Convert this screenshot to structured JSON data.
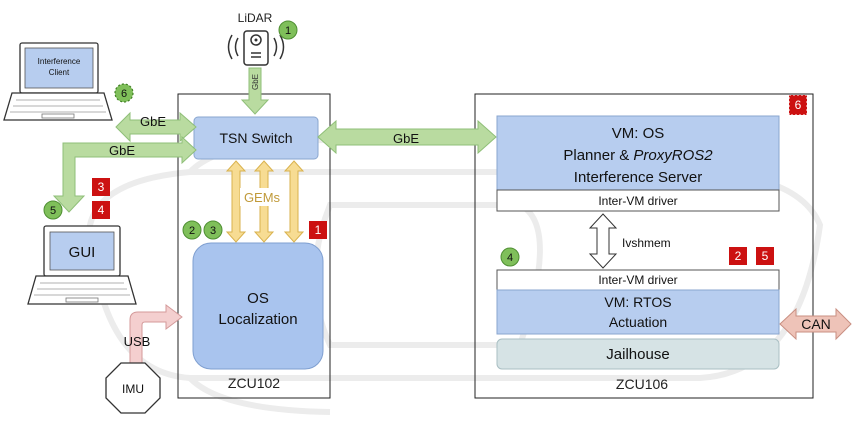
{
  "lidar": {
    "label": "LiDAR",
    "link": "GbE"
  },
  "laptop_client": {
    "label_line1": "Interference",
    "label_line2": "Client"
  },
  "gui": {
    "label": "GUI"
  },
  "imu": {
    "label": "IMU",
    "link": "USB"
  },
  "zcu102": {
    "label": "ZCU102",
    "tsn_switch": "TSN Switch",
    "gems": "GEMs",
    "os_line1": "OS",
    "os_line2": "Localization"
  },
  "zcu106": {
    "label": "ZCU106",
    "vm_os_line1": "VM: OS",
    "vm_os_line2a": "Planner & ",
    "vm_os_line2b": "ProxyROS2",
    "vm_os_line3": "Interference Server",
    "inter_vm_driver_top": "Inter-VM driver",
    "ivshmem": "Ivshmem",
    "inter_vm_driver_bottom": "Inter-VM driver",
    "vm_rtos_line1": "VM: RTOS",
    "vm_rtos_line2": "Actuation",
    "jailhouse": "Jailhouse"
  },
  "links": {
    "client_gbe": "GbE",
    "gui_gbe": "GbE",
    "zcu_gbe": "GbE",
    "can": "CAN"
  },
  "markers": {
    "green": [
      "1",
      "6",
      "5",
      "2",
      "3",
      "4"
    ],
    "red": [
      "3",
      "4",
      "1",
      "6",
      "2",
      "5"
    ]
  },
  "colors": {
    "green_arrow": "#b9dba0",
    "green_marker": "#7fbf5a",
    "red_marker": "#cc1111",
    "blue_box": "#b7cdef",
    "os_box": "#a9c4ee",
    "gems_arrow": "#f7dc93",
    "usb_arrow": "#f4cfcf",
    "can_arrow": "#eec3b8",
    "jailhouse": "#d6e3e5"
  }
}
